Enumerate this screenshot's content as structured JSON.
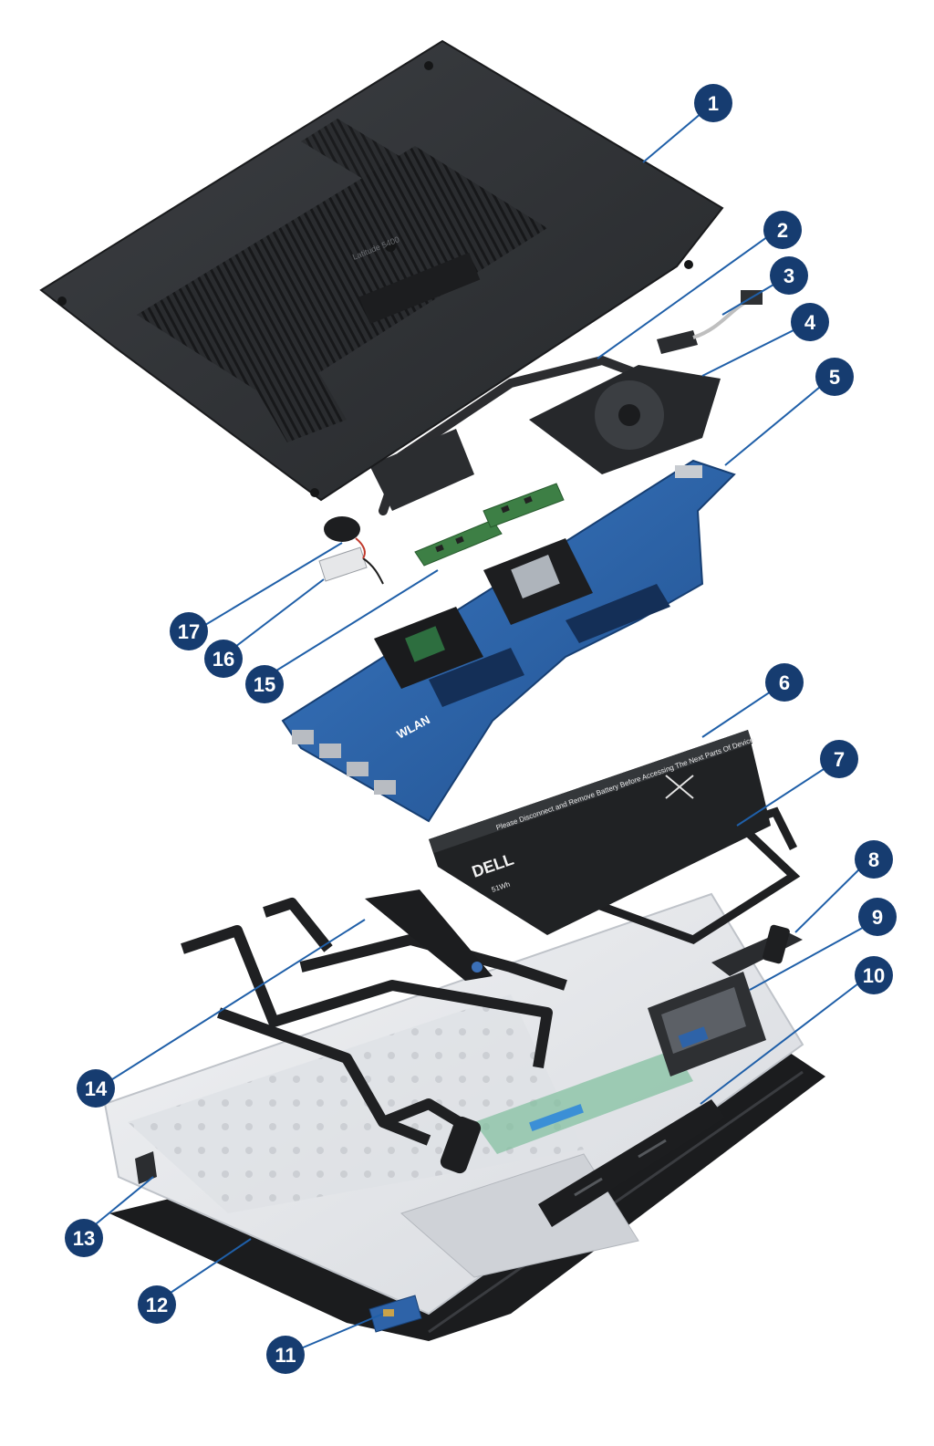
{
  "figure": {
    "bottom_cover_model_text": "Latitude 5400",
    "battery_label_text": "Please Disconnect and Remove Battery Before Accessing The Next Parts Of Device",
    "battery_brand_text": "DELL",
    "battery_capacity_text": "51Wh",
    "motherboard_slot_label": "WLAN"
  },
  "callouts": [
    {
      "number": "1"
    },
    {
      "number": "2"
    },
    {
      "number": "3"
    },
    {
      "number": "4"
    },
    {
      "number": "5"
    },
    {
      "number": "6"
    },
    {
      "number": "7"
    },
    {
      "number": "8"
    },
    {
      "number": "9"
    },
    {
      "number": "10"
    },
    {
      "number": "11"
    },
    {
      "number": "12"
    },
    {
      "number": "13"
    },
    {
      "number": "14"
    },
    {
      "number": "15"
    },
    {
      "number": "16"
    },
    {
      "number": "17"
    }
  ],
  "colors": {
    "callout_fill": "#163c70",
    "leader_line": "#1f5fa8",
    "cover_dark": "#2f3235",
    "board_blue": "#2e63a8",
    "battery_black": "#202224",
    "palmrest_light": "#e7e9ec",
    "display_bezel": "#1b1c1e"
  }
}
